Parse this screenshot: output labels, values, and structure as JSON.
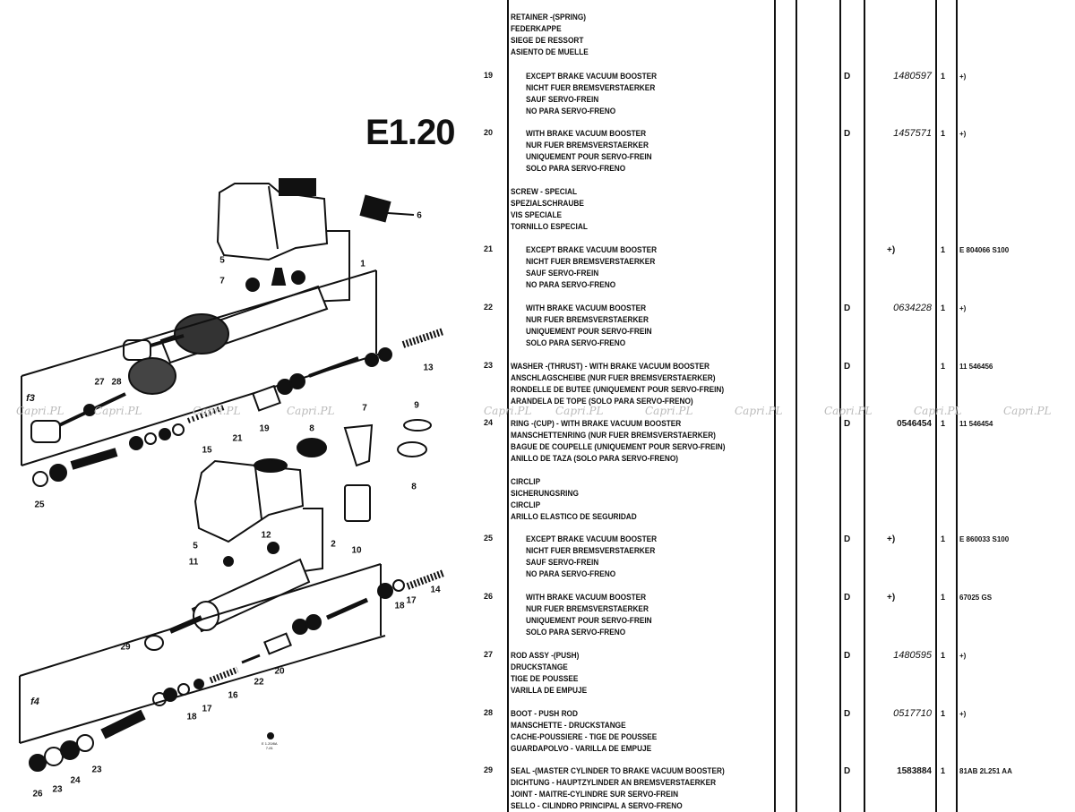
{
  "page_title": "E1.20",
  "watermark": "Capri.PL",
  "diagram": {
    "stamp_lines": [
      "E 1.20/8A",
      "7-81"
    ],
    "callouts": [
      "6",
      "5",
      "1",
      "7",
      "13",
      "27",
      "28",
      "f3",
      "19",
      "21",
      "15",
      "7",
      "9",
      "8",
      "25",
      "8",
      "5",
      "12",
      "2",
      "10",
      "11",
      "14",
      "18",
      "17",
      "29",
      "20",
      "22",
      "16",
      "17",
      "18",
      "f4",
      "23",
      "24",
      "23",
      "26"
    ]
  },
  "parts": [
    {
      "ref_no": "",
      "lines": [
        "RETAINER -(SPRING)",
        "FEDERKAPPE",
        "SIEGE DE RESSORT",
        "ASIENTO DE MUELLE"
      ],
      "indent": false,
      "code": "",
      "part_no": "",
      "qty": "",
      "remark": ""
    },
    {
      "ref_no": "19",
      "lines": [
        "EXCEPT BRAKE VACUUM BOOSTER",
        "NICHT FUER BREMSVERSTAERKER",
        "SAUF SERVO-FREIN",
        "NO PARA SERVO-FRENO"
      ],
      "indent": true,
      "code": "D",
      "part_no": "1480597",
      "qty": "1",
      "remark": "+)"
    },
    {
      "ref_no": "20",
      "lines": [
        "WITH BRAKE VACUUM BOOSTER",
        "NUR FUER BREMSVERSTAERKER",
        "UNIQUEMENT POUR SERVO-FREIN",
        "SOLO PARA SERVO-FRENO"
      ],
      "indent": true,
      "code": "D",
      "part_no": "1457571",
      "qty": "1",
      "remark": "+)"
    },
    {
      "ref_no": "",
      "lines": [
        "SCREW - SPECIAL",
        "SPEZIALSCHRAUBE",
        "VIS SPECIALE",
        "TORNILLO ESPECIAL"
      ],
      "indent": false,
      "code": "",
      "part_no": "",
      "qty": "",
      "remark": ""
    },
    {
      "ref_no": "21",
      "lines": [
        "EXCEPT BRAKE VACUUM BOOSTER",
        "NICHT FUER BREMSVERSTAERKER",
        "SAUF SERVO-FREIN",
        "NO PARA SERVO-FRENO"
      ],
      "indent": true,
      "code": "",
      "part_no": "+)",
      "qty": "1",
      "remark": "E 804066 S100"
    },
    {
      "ref_no": "22",
      "lines": [
        "WITH BRAKE VACUUM BOOSTER",
        "NUR FUER BREMSVERSTAERKER",
        "UNIQUEMENT POUR SERVO-FREIN",
        "SOLO PARA SERVO-FRENO"
      ],
      "indent": true,
      "code": "D",
      "part_no": "0634228",
      "qty": "1",
      "remark": "+)"
    },
    {
      "ref_no": "23",
      "lines": [
        "WASHER -(THRUST) - WITH BRAKE VACUUM BOOSTER",
        "ANSCHLAGSCHEIBE (NUR FUER BREMSVERSTAERKER)",
        "RONDELLE DE BUTEE (UNIQUEMENT POUR SERVO-FREIN)",
        "ARANDELA DE TOPE (SOLO PARA SERVO-FRENO)"
      ],
      "indent": false,
      "code": "D",
      "part_no": "",
      "qty": "1",
      "remark": "11 546456"
    },
    {
      "ref_no": "24",
      "lines": [
        "RING -(CUP) - WITH BRAKE VACUUM BOOSTER",
        "MANSCHETTENRING (NUR FUER BREMSVERSTAERKER)",
        "BAGUE DE COUPELLE (UNIQUEMENT POUR SERVO-FREIN)",
        "ANILLO DE TAZA (SOLO PARA SERVO-FRENO)"
      ],
      "indent": false,
      "code": "D",
      "part_no": "0546454",
      "qty": "1",
      "remark": "11 546454"
    },
    {
      "ref_no": "",
      "lines": [
        "CIRCLIP",
        "SICHERUNGSRING",
        "CIRCLIP",
        "ARILLO ELASTICO DE SEGURIDAD"
      ],
      "indent": false,
      "code": "",
      "part_no": "",
      "qty": "",
      "remark": ""
    },
    {
      "ref_no": "25",
      "lines": [
        "EXCEPT BRAKE VACUUM BOOSTER",
        "NICHT FUER BREMSVERSTAERKER",
        "SAUF SERVO-FREIN",
        "NO PARA SERVO-FRENO"
      ],
      "indent": true,
      "code": "D",
      "part_no": "+)",
      "qty": "1",
      "remark": "E 860033 S100"
    },
    {
      "ref_no": "26",
      "lines": [
        "WITH BRAKE VACUUM BOOSTER",
        "NUR FUER BREMSVERSTAERKER",
        "UNIQUEMENT POUR SERVO-FREIN",
        "SOLO PARA SERVO-FRENO"
      ],
      "indent": true,
      "code": "D",
      "part_no": "+)",
      "qty": "1",
      "remark": "67025 GS"
    },
    {
      "ref_no": "27",
      "lines": [
        "ROD ASSY -(PUSH)",
        "DRUCKSTANGE",
        "TIGE DE POUSSEE",
        "VARILLA DE EMPUJE"
      ],
      "indent": false,
      "code": "D",
      "part_no": "1480595",
      "qty": "1",
      "remark": "+)"
    },
    {
      "ref_no": "28",
      "lines": [
        "BOOT - PUSH ROD",
        "MANSCHETTE - DRUCKSTANGE",
        "CACHE-POUSSIERE - TIGE DE POUSSEE",
        "GUARDAPOLVO - VARILLA DE EMPUJE"
      ],
      "indent": false,
      "code": "D",
      "part_no": "0517710",
      "qty": "1",
      "remark": "+)"
    },
    {
      "ref_no": "29",
      "lines": [
        "SEAL -(MASTER CYLINDER TO BRAKE VACUUM BOOSTER)",
        "DICHTUNG - HAUPTZYLINDER AN BREMSVERSTAERKER",
        "JOINT - MAITRE-CYLINDRE SUR SERVO-FREIN",
        "SELLO - CILINDRO PRINCIPAL A SERVO-FRENO"
      ],
      "indent": false,
      "code": "D",
      "part_no": "1583884",
      "qty": "1",
      "remark": "81AB 2L251 AA"
    }
  ]
}
